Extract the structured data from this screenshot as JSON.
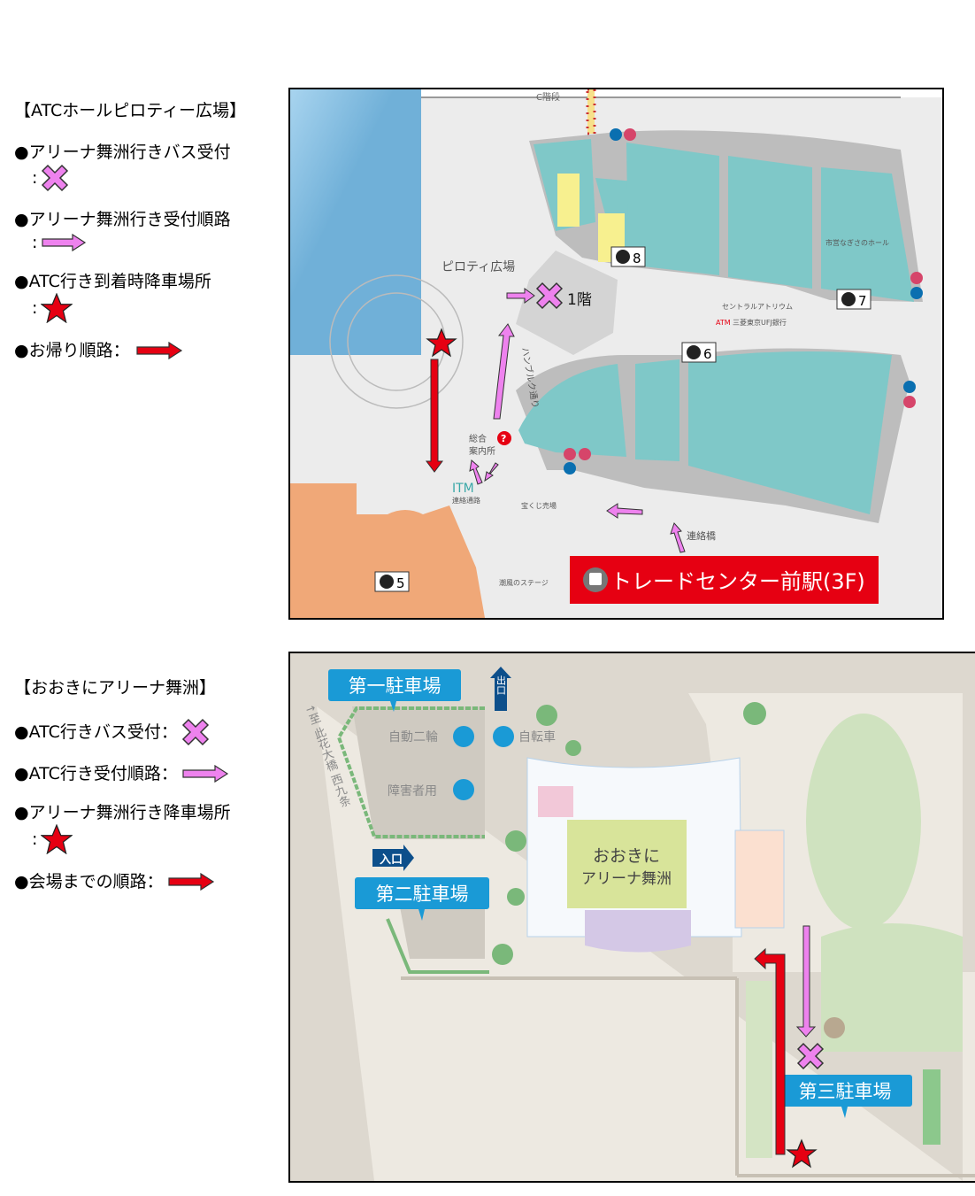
{
  "colors": {
    "pink_marker": "#ee82ee",
    "red_route": "#e60012",
    "teal_shop": "#7fc8c8",
    "plaza_gray": "#d4d4d4",
    "water_blue": "#70b0d8",
    "label_blue": "#1a9ad6",
    "dark_blue": "#0d4f8b",
    "arena_green": "#d8e49a",
    "park_green": "#cfe2bf"
  },
  "legend_top": {
    "title": "【ATCホールピロティー広場】",
    "items": [
      {
        "text": "●アリーナ舞洲行きバス受付",
        "icon": "x-mark-icon"
      },
      {
        "text": "●アリーナ舞洲行き受付順路",
        "icon": "pink-arrow-icon"
      },
      {
        "text": "●ATC行き到着時降車場所",
        "icon": "star-icon"
      },
      {
        "text": "●お帰り順路：",
        "icon": "red-arrow-icon"
      }
    ]
  },
  "legend_bottom": {
    "title": "【おおきにアリーナ舞洲】",
    "items": [
      {
        "text": "●ATC行きバス受付：",
        "icon": "x-mark-icon"
      },
      {
        "text": "●ATC行き受付順路：",
        "icon": "pink-arrow-icon"
      },
      {
        "text": "●アリーナ舞洲行き降車場所",
        "icon": "star-icon"
      },
      {
        "text": "●会場までの順路：",
        "icon": "red-arrow-icon"
      }
    ]
  },
  "map_top": {
    "c_stairs": "C階段",
    "piloti": "ピロティ広場",
    "floor1": "1階",
    "central_atrium": "セントラルアトリウム",
    "atm": "ATM",
    "bank": "三菱東京UFJ銀行",
    "nagisa_hall": "市営なぎさのホール",
    "hamburg_street": "ハンブルク通り",
    "info1": "総合",
    "info2": "案内所",
    "itm": "ITM",
    "connecting_passage": "連絡通路",
    "lottery": "宝くじ売場",
    "bridge": "連絡橋",
    "stage": "潮風のステージ",
    "elevators": [
      "8",
      "7",
      "6",
      "5"
    ],
    "station": "トレードセンター前駅(3F)"
  },
  "map_bottom": {
    "parking1": "第一駐車場",
    "parking2": "第二駐車場",
    "parking3": "第三駐車場",
    "exit": "出口",
    "entrance": "入口",
    "motorcycle": "自動二輪",
    "bicycle": "自転車",
    "accessible": "障害者用",
    "road": "↑至 此花大橋 西九条",
    "arena1": "おおきに",
    "arena2": "アリーナ舞洲"
  }
}
